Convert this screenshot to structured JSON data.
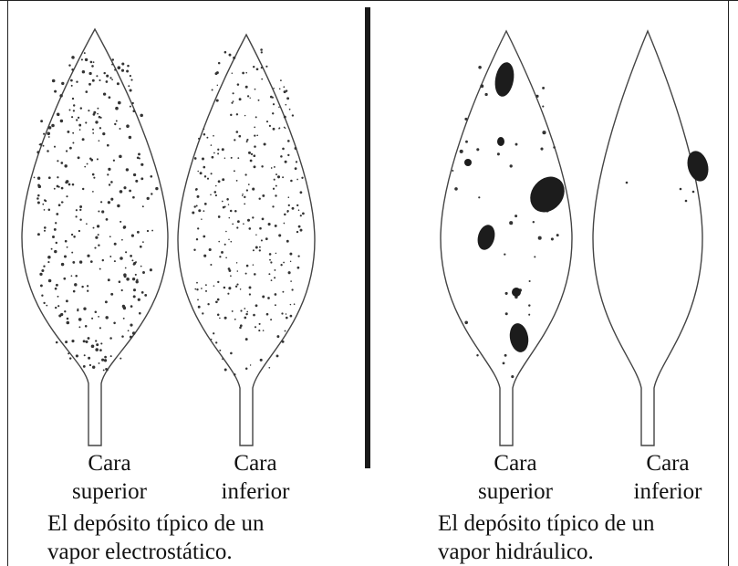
{
  "panels": [
    {
      "id": "electrostatic",
      "leaves": [
        {
          "face": "superior",
          "label_line1": "Cara",
          "label_line2": "superior"
        },
        {
          "face": "inferior",
          "label_line1": "Cara",
          "label_line2": "inferior"
        }
      ],
      "caption_line1": "El depósito típico de un",
      "caption_line2": "vapor electrostático."
    },
    {
      "id": "hydraulic",
      "leaves": [
        {
          "face": "superior",
          "label_line1": "Cara",
          "label_line2": "superior"
        },
        {
          "face": "inferior",
          "label_line1": "Cara",
          "label_line2": "inferior"
        }
      ],
      "caption_line1": "El depósito típico de un",
      "caption_line2": "vapor hidráulico."
    }
  ]
}
